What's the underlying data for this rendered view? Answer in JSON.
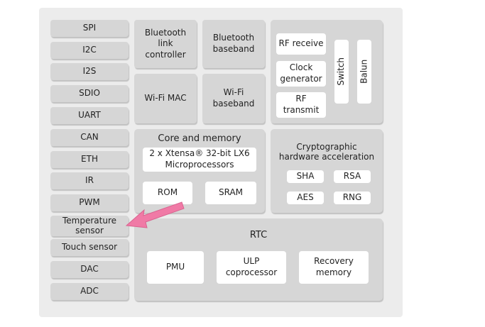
{
  "peripherals": [
    "SPI",
    "I2C",
    "I2S",
    "SDIO",
    "UART",
    "CAN",
    "ETH",
    "IR",
    "PWM",
    "Temperature sensor",
    "Touch sensor",
    "DAC",
    "ADC"
  ],
  "bluetooth": {
    "link_controller": "Bluetooth link controller",
    "baseband": "Bluetooth baseband"
  },
  "wifi": {
    "mac": "Wi-Fi MAC",
    "baseband": "Wi-Fi baseband"
  },
  "rf": {
    "receive": "RF receive",
    "clock": "Clock generator",
    "transmit": "RF transmit",
    "switch": "Switch",
    "balun": "Balun"
  },
  "core": {
    "title": "Core and memory",
    "processor": "2 x Xtensa® 32-bit LX6 Microprocessors",
    "rom": "ROM",
    "sram": "SRAM"
  },
  "crypto": {
    "title": "Cryptographic hardware acceleration",
    "items": [
      "SHA",
      "RSA",
      "AES",
      "RNG"
    ]
  },
  "rtc": {
    "title": "RTC",
    "pmu": "PMU",
    "ulp": "ULP coprocessor",
    "recovery": "Recovery memory"
  },
  "colors": {
    "block": "#d6d6d6",
    "background": "#ececec",
    "inner": "#ffffff",
    "arrow": "#f07aa6"
  }
}
